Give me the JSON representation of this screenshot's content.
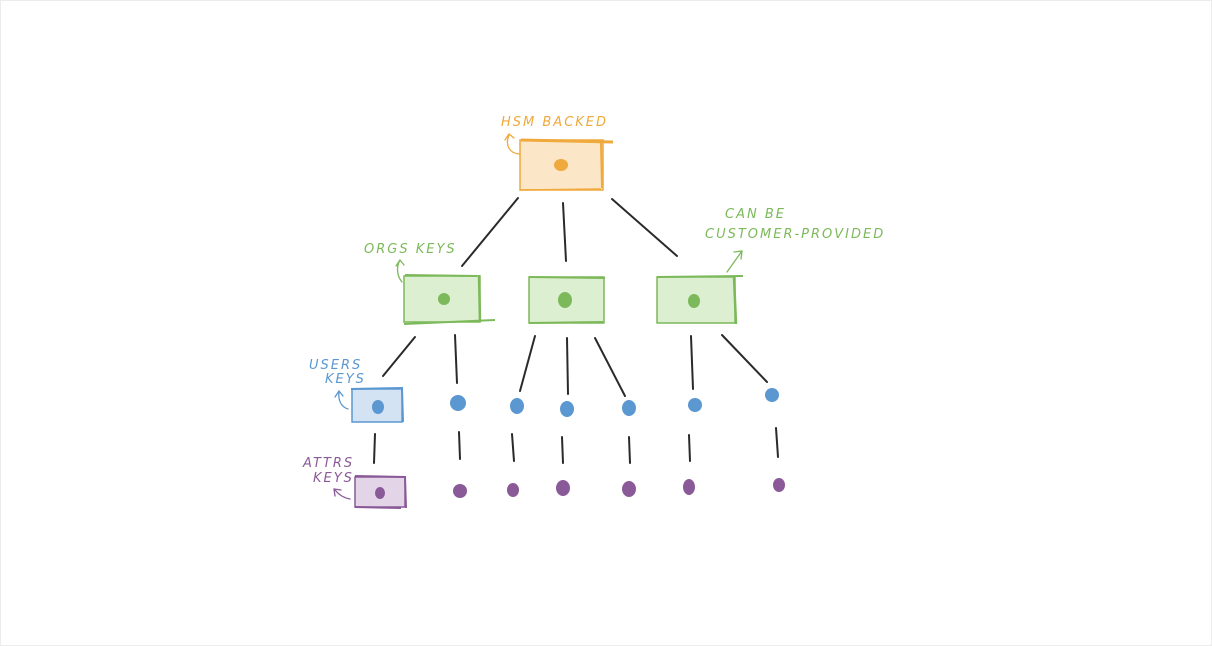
{
  "labels": {
    "hsm_backed": "HSM BACKED",
    "orgs_keys": "ORGS KEYS",
    "can_be_line1": "CAN BE",
    "can_be_line2": "CUSTOMER-PROVIDED",
    "users_line1": "USERS",
    "users_line2": "KEYS",
    "attrs_line1": "ATTRS",
    "attrs_line2": "KEYS"
  },
  "colors": {
    "hsm": "#f0a93c",
    "hsm_fill": "#fbe7c8",
    "org": "#7cb95a",
    "org_fill": "#dcefd0",
    "user": "#5b97d1",
    "user_fill": "#d3e3f4",
    "attr": "#8a5a98",
    "attr_fill": "#e3d4e8",
    "edge": "#2a2a2a"
  },
  "icons": [
    "key-icon"
  ]
}
